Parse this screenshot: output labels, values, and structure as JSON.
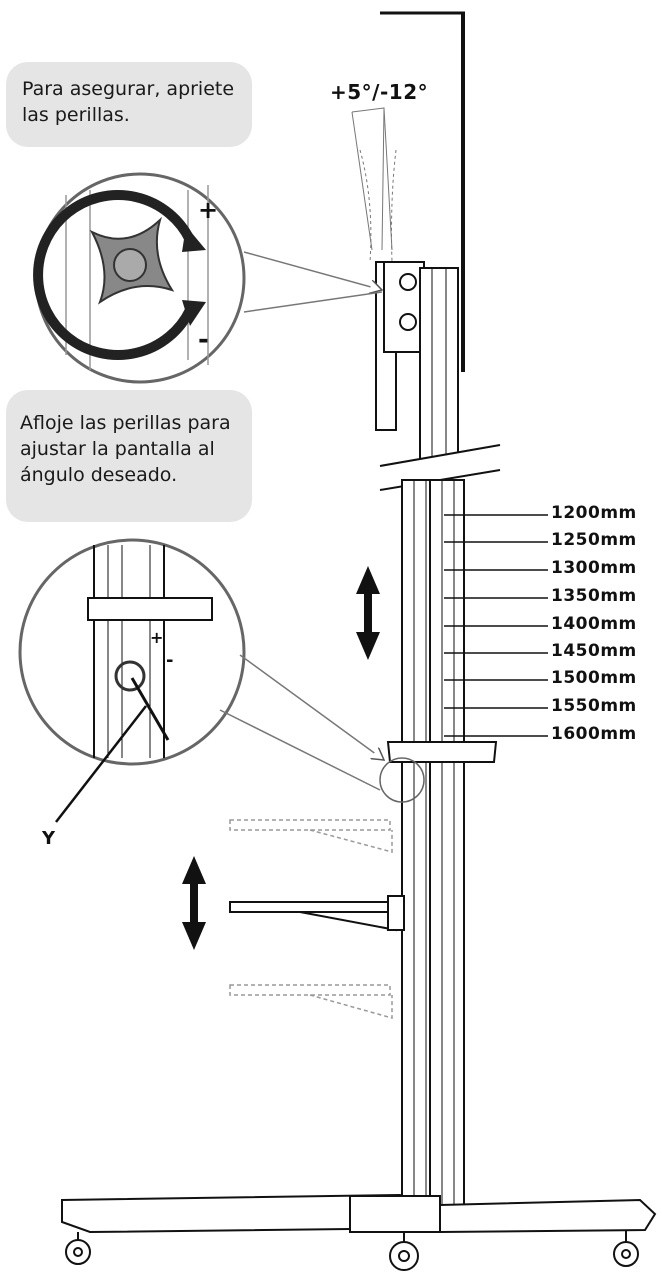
{
  "callouts": {
    "tighten": [
      "Para asegurar, apriete",
      "las perillas."
    ],
    "loosen": [
      "Afloje las perillas para",
      "ajustar la pantalla al",
      "ángulo deseado."
    ]
  },
  "tilt_range": "+5°/-12°",
  "heights": [
    "1200mm",
    "1250mm",
    "1300mm",
    "1350mm",
    "1400mm",
    "1450mm",
    "1500mm",
    "1550mm",
    "1600mm"
  ],
  "knob_signs": {
    "plus": "+",
    "minus": "-"
  },
  "part_label": "Y"
}
